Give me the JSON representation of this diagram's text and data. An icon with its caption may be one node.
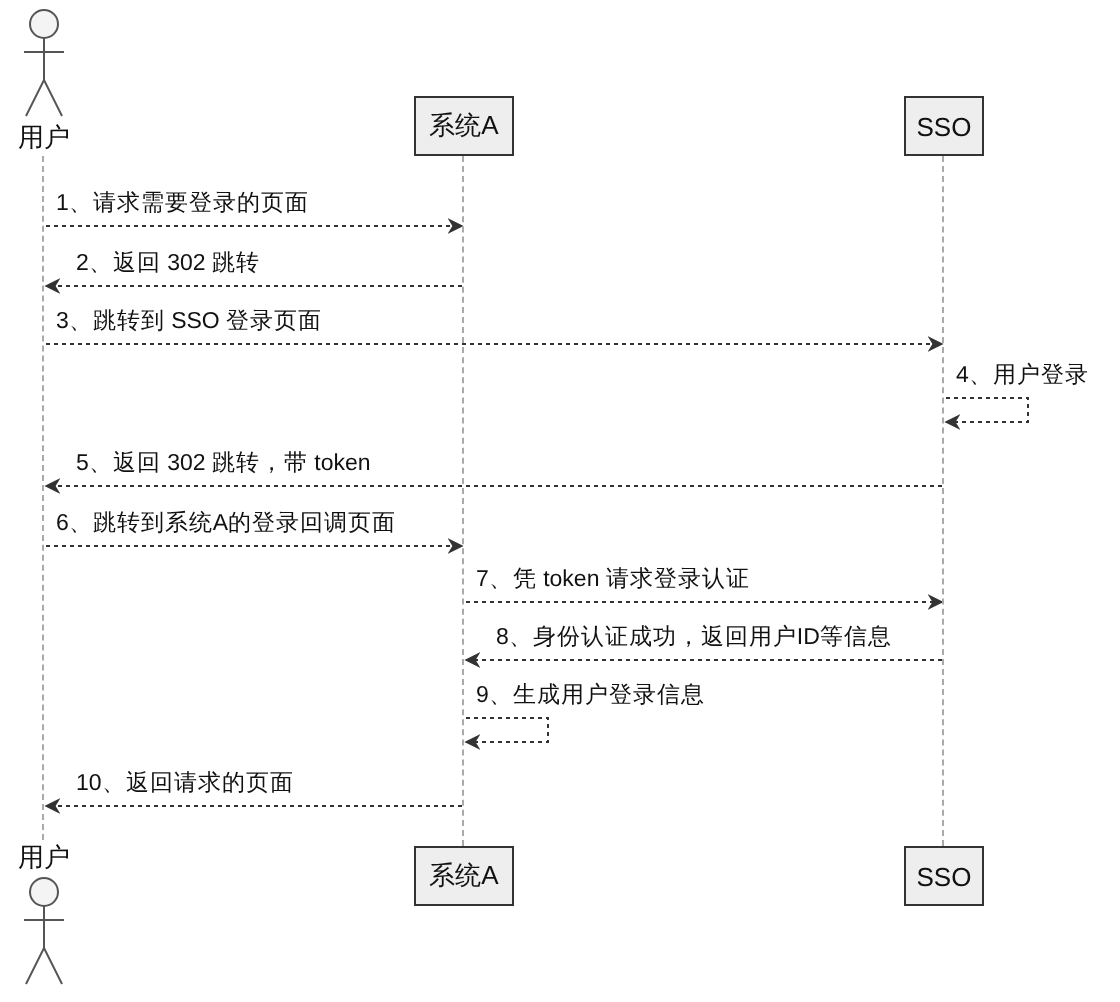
{
  "diagram": {
    "nodes": [
      {
        "text": [
          "用户"
        ]
      },
      {
        "text": [
          "系统A"
        ]
      },
      {
        "text": [
          "SSO"
        ]
      },
      {
        "text": [],
        "shape": "line"
      },
      {
        "text": [],
        "shape": "line"
      },
      {
        "text": [],
        "shape": "line"
      },
      {
        "text": [
          "用户"
        ]
      },
      {
        "text": [
          "系统A"
        ]
      },
      {
        "text": [
          "SSO"
        ]
      }
    ],
    "edges": [
      {
        "from": 3,
        "to": 4,
        "arrow": "to",
        "style": "dashed",
        "label": "1、请求需要登录的页面"
      },
      {
        "from": 4,
        "to": 3,
        "arrow": "to",
        "style": "dashed",
        "label": "2、返回 302 跳转"
      },
      {
        "from": 3,
        "to": 5,
        "arrow": "to",
        "style": "dashed",
        "label": "3、跳转到 SSO 登录页面"
      },
      {
        "from": 5,
        "to": 5,
        "arrow": "to",
        "style": "dashed",
        "label": "4、用户登录"
      },
      {
        "from": 5,
        "to": 3,
        "arrow": "to",
        "style": "dashed",
        "label": "5、返回 302 跳转，带 token"
      },
      {
        "from": 3,
        "to": 4,
        "arrow": "to",
        "style": "dashed",
        "label": "6、跳转到系统A的登录回调页面"
      },
      {
        "from": 4,
        "to": 5,
        "arrow": "to",
        "style": "dashed",
        "label": "7、凭 token 请求登录认证"
      },
      {
        "from": 5,
        "to": 4,
        "arrow": "to",
        "style": "dashed",
        "label": "8、身份认证成功，返回用户ID等信息"
      },
      {
        "from": 4,
        "to": 4,
        "arrow": "to",
        "style": "dashed",
        "label": "9、生成用户登录信息"
      },
      {
        "from": 4,
        "to": 3,
        "arrow": "to",
        "style": "dashed",
        "label": "10、返回请求的页面"
      }
    ]
  }
}
